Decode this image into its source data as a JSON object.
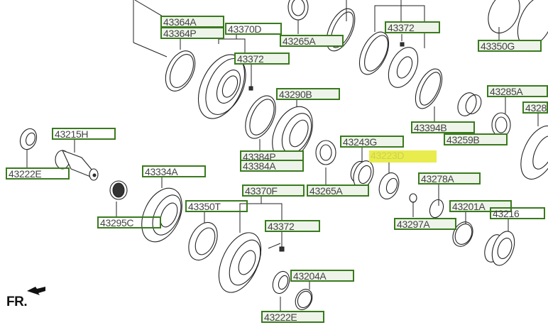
{
  "diagram": {
    "type": "exploded-parts-view",
    "direction_label": "FR.",
    "highlight_color": "#e6ea3a",
    "label_border_color": "#3a7a1e",
    "labels": [
      {
        "id": "43364A",
        "text": "43364A"
      },
      {
        "id": "43364P",
        "text": "43364P"
      },
      {
        "id": "43370D",
        "text": "43370D"
      },
      {
        "id": "43372_top",
        "text": "43372"
      },
      {
        "id": "43265A_top",
        "text": "43265A"
      },
      {
        "id": "43372_right",
        "text": "43372"
      },
      {
        "id": "43350G",
        "text": "43350G"
      },
      {
        "id": "43290B",
        "text": "43290B"
      },
      {
        "id": "43285A",
        "text": "43285A"
      },
      {
        "id": "4328x",
        "text": "4328"
      },
      {
        "id": "43394B",
        "text": "43394B"
      },
      {
        "id": "43259B",
        "text": "43259B"
      },
      {
        "id": "43215H",
        "text": "43215H"
      },
      {
        "id": "43222E_left",
        "text": "43222E"
      },
      {
        "id": "43243G",
        "text": "43243G"
      },
      {
        "id": "43223D",
        "text": "43223D"
      },
      {
        "id": "43384P",
        "text": "43384P"
      },
      {
        "id": "43384A",
        "text": "43384A"
      },
      {
        "id": "43334A",
        "text": "43334A"
      },
      {
        "id": "43265A_mid",
        "text": "43265A"
      },
      {
        "id": "43278A",
        "text": "43278A"
      },
      {
        "id": "43370F",
        "text": "43370F"
      },
      {
        "id": "43350T",
        "text": "43350T"
      },
      {
        "id": "43201A",
        "text": "43201A"
      },
      {
        "id": "43216",
        "text": "43216"
      },
      {
        "id": "43295C",
        "text": "43295C"
      },
      {
        "id": "43297A",
        "text": "43297A"
      },
      {
        "id": "43372_bottom",
        "text": "43372"
      },
      {
        "id": "43204A",
        "text": "43204A"
      },
      {
        "id": "43222E_bottom",
        "text": "43222E"
      }
    ]
  }
}
